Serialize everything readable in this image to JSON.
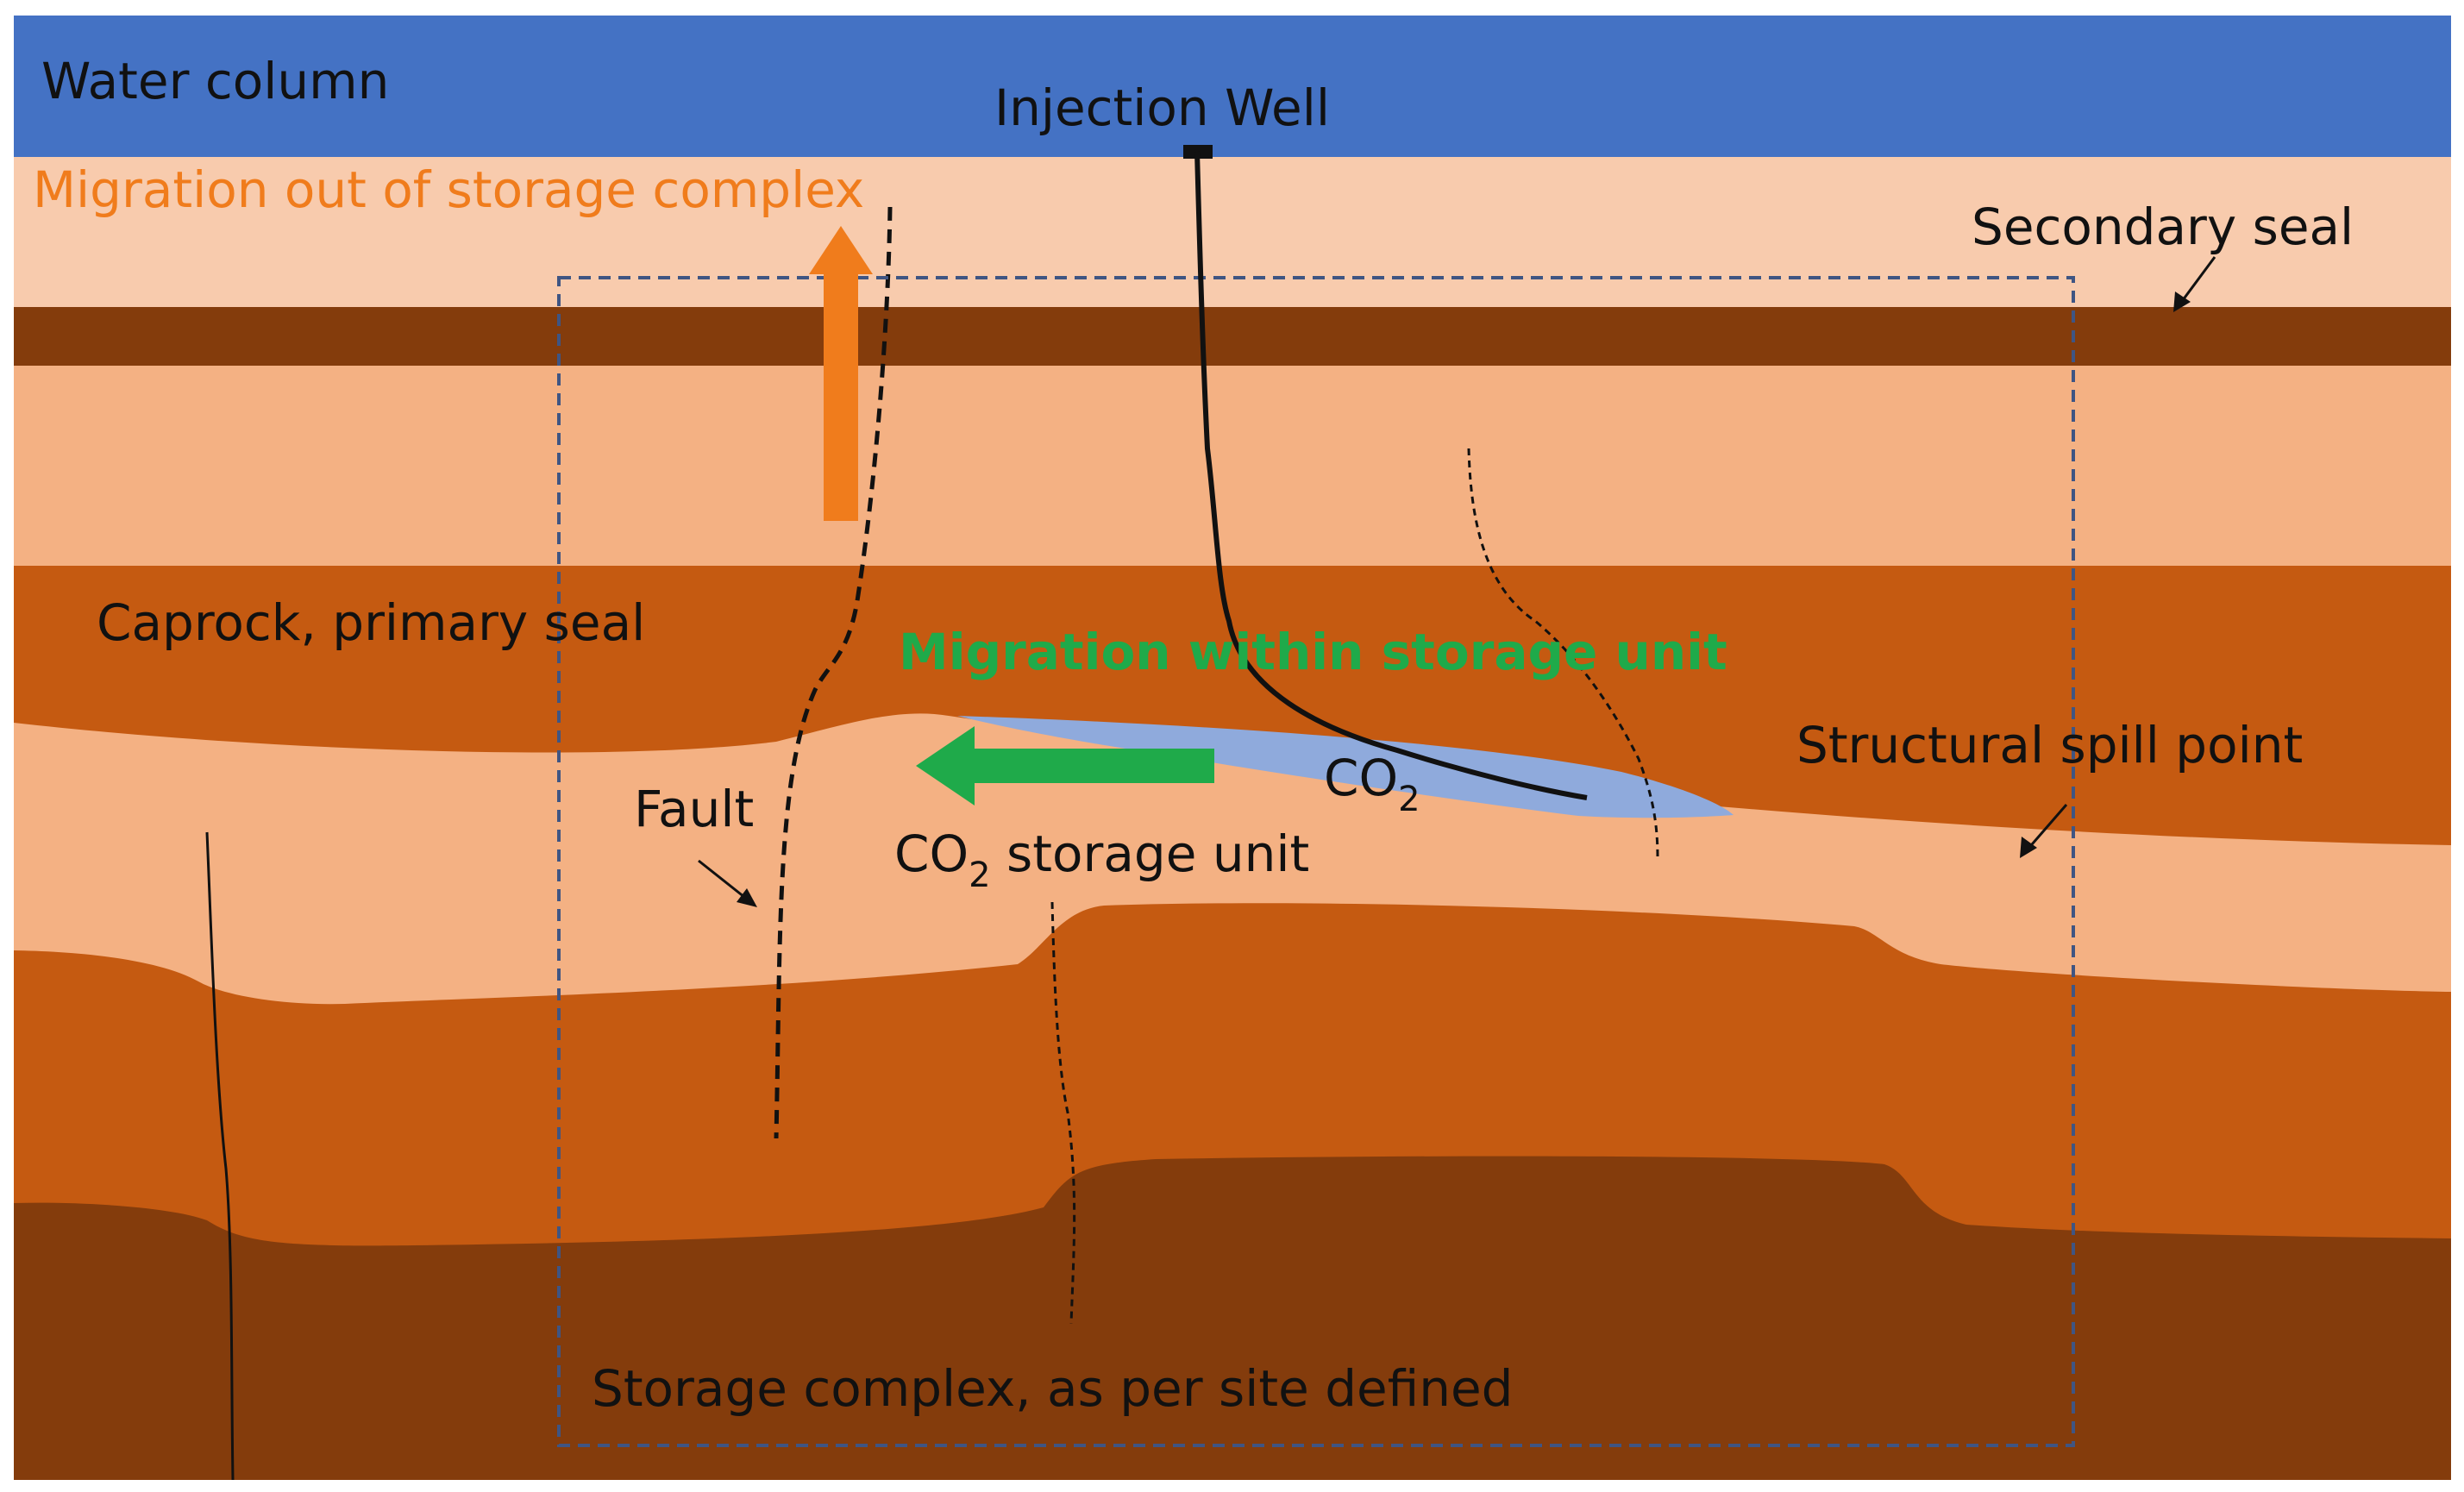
{
  "labels": {
    "water_column": "Water column",
    "injection_well": "Injection Well",
    "migration_out": "Migration out of storage complex",
    "secondary_seal": "Secondary seal",
    "caprock": "Caprock, primary seal",
    "migration_within": "Migration within storage unit",
    "structural_spill_point": "Structural spill point",
    "co2_plume_base": "CO",
    "co2_plume_sub": "2",
    "fault": "Fault",
    "storage_unit_prefix": "CO",
    "storage_unit_sub": "2",
    "storage_unit_suffix": " storage unit",
    "storage_complex": "Storage complex, as per site defined"
  },
  "colors": {
    "water": "#4472c4",
    "pale_layer": "#f8cbad",
    "light_layer": "#f4b183",
    "mid_layer": "#c55a11",
    "dark_layer": "#843c0c",
    "co2_plume": "#8faadc",
    "arrow_orange": "#f07c1c",
    "arrow_green": "#1faa4a",
    "boundary": "#3f5583",
    "ink": "#111111"
  },
  "icons": {
    "migration_out_arrow": "arrow-up",
    "migration_within_arrow": "arrow-left"
  }
}
